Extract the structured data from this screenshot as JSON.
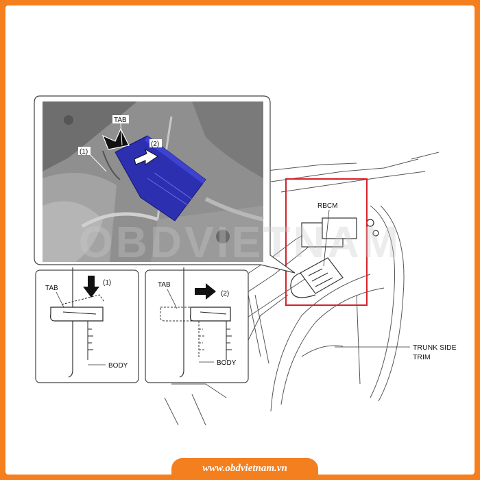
{
  "labels": {
    "tab_photo": "TAB",
    "step1_photo": "(1)",
    "step2_photo": "(2)",
    "rbcm": "RBCM",
    "trunk_side_trim_line1": "TRUNK SIDE",
    "trunk_side_trim_line2": "TRIM",
    "detail1_tab": "TAB",
    "detail1_step": "(1)",
    "detail1_body": "BODY",
    "detail2_tab": "TAB",
    "detail2_step": "(2)",
    "detail2_body": "BODY"
  },
  "watermark": "OBDVIETNAM",
  "footer": {
    "url": "www.obdvietnam.vn"
  },
  "colors": {
    "border_orange": "#f47f1f",
    "highlight_red": "#d6202a",
    "module_blue": "#2b2fb0",
    "photo_grey": "#8a8a8a"
  }
}
